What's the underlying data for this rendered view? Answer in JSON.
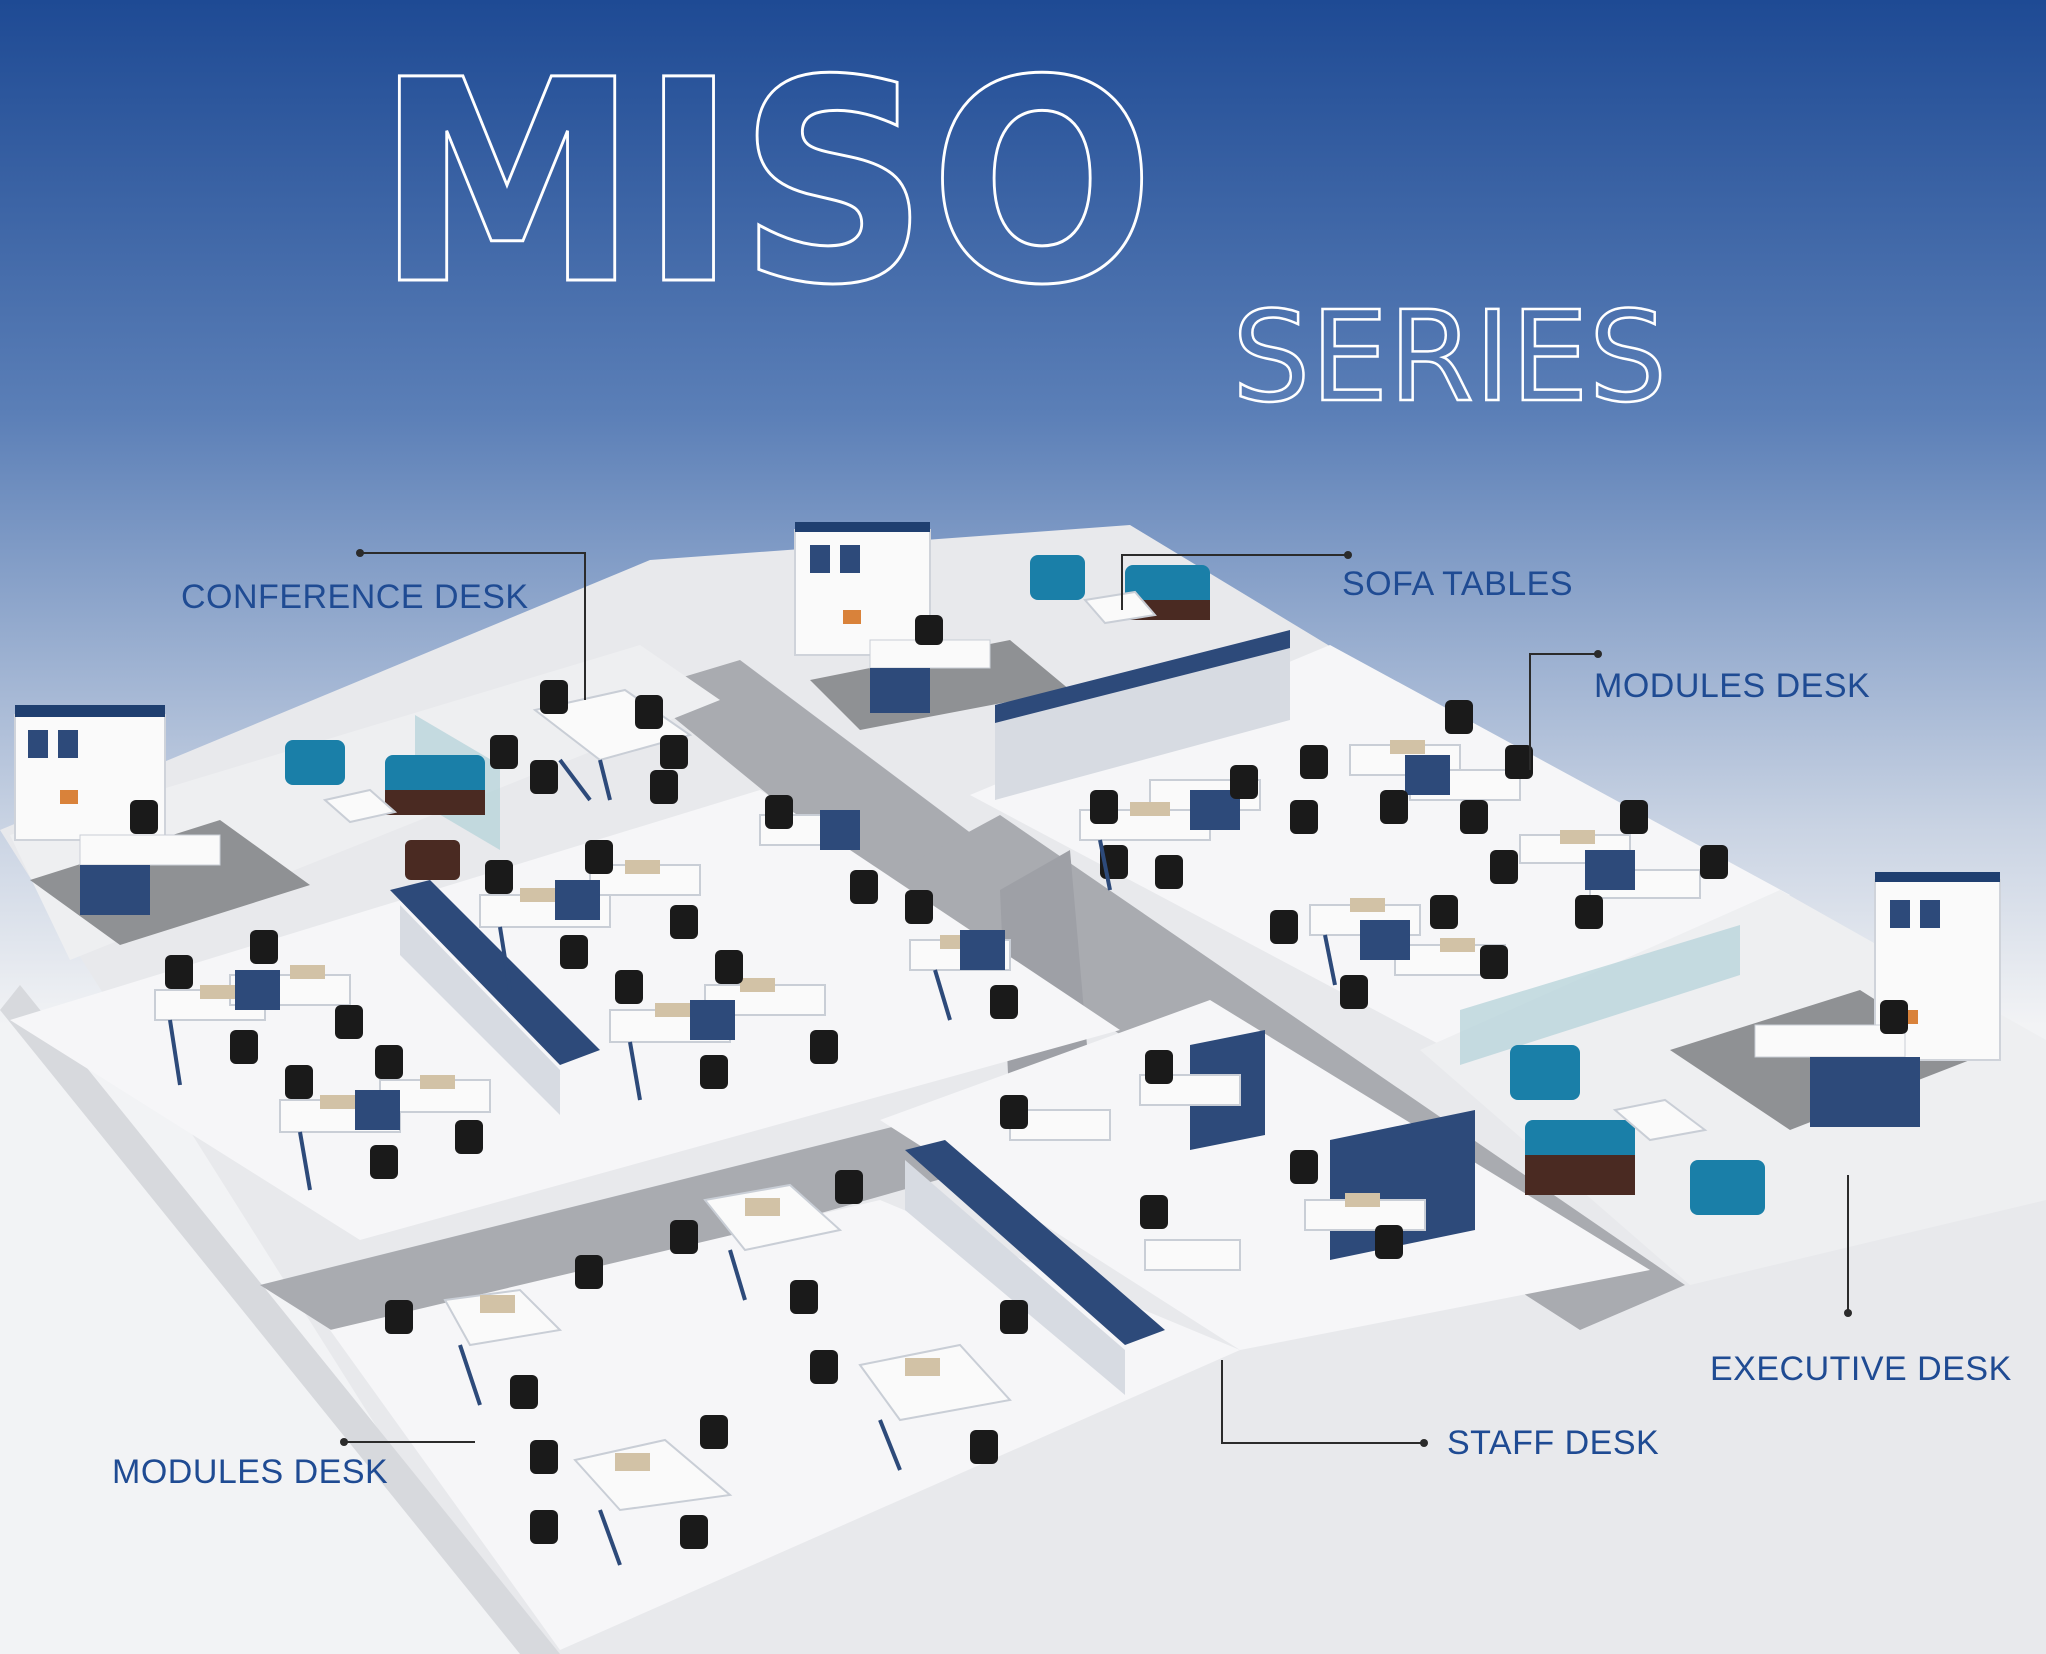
{
  "title": {
    "main": "MISO",
    "sub": "SERIES"
  },
  "callouts": {
    "conference_desk": "CONFERENCE DESK",
    "sofa_tables": "SOFA TABLES",
    "modules_desk_top": "MODULES DESK",
    "executive_desk": "EXECUTIVE DESK",
    "staff_desk": "STAFF DESK",
    "modules_desk_bottom": "MODULES DESK"
  },
  "colors": {
    "sky_top": "#1e4a94",
    "sky_bottom": "#f2f3f5",
    "brand_blue": "#1f4b93",
    "cabinet_navy": "#2d4a7a",
    "sofa_teal": "#1a7fa8",
    "sofa_brown": "#4a2a22",
    "chair_black": "#1a1a1a",
    "screen_beige": "#d2c2a6",
    "floor": "#e8e9ec",
    "aisle": "#a9abb0",
    "rug": "#8f9194"
  }
}
